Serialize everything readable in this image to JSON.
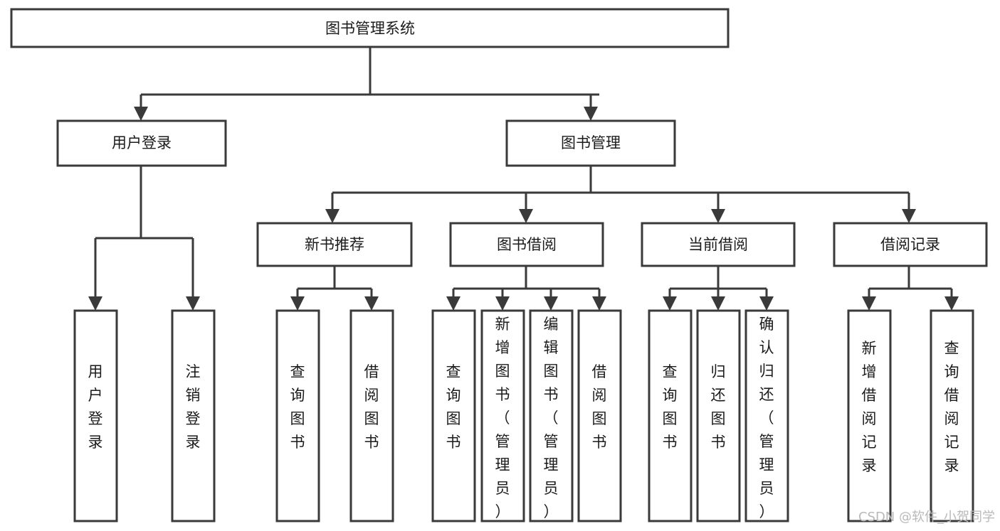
{
  "diagram": {
    "title": "图书管理系统",
    "type": "tree-hierarchy",
    "root": {
      "label": "图书管理系统"
    },
    "level2": [
      {
        "label": "用户登录"
      },
      {
        "label": "图书管理"
      }
    ],
    "level3": [
      {
        "label": "新书推荐"
      },
      {
        "label": "图书借阅"
      },
      {
        "label": "当前借阅"
      },
      {
        "label": "借阅记录"
      }
    ],
    "leaves": {
      "user_login": [
        {
          "label": "用户登录"
        },
        {
          "label": "注销登录"
        }
      ],
      "new_book_recommend": [
        {
          "label": "查询图书"
        },
        {
          "label": "借阅图书"
        }
      ],
      "book_borrow": [
        {
          "label": "查询图书"
        },
        {
          "label": "新增图书（管理员）"
        },
        {
          "label": "编辑图书（管理员）"
        },
        {
          "label": "借阅图书"
        }
      ],
      "current_borrow": [
        {
          "label": "查询图书"
        },
        {
          "label": "归还图书"
        },
        {
          "label": "确认归还（管理员）"
        }
      ],
      "borrow_record": [
        {
          "label": "新增借阅记录"
        },
        {
          "label": "查询借阅记录"
        }
      ]
    }
  },
  "watermark": {
    "text": "CSDN @软件_小贺同学"
  },
  "colors": {
    "stroke": "#3a3a3a",
    "fill": "#ffffff",
    "text": "#1b1b1b",
    "watermark": "#b9b9b9"
  }
}
